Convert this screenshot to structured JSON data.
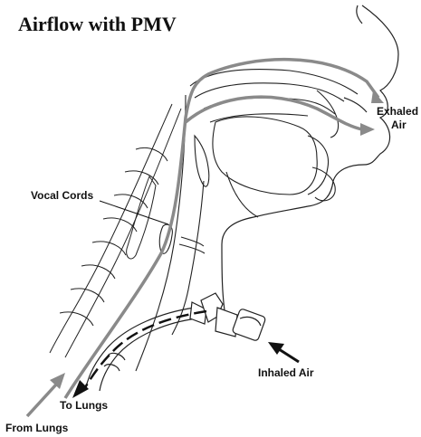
{
  "title": "Airflow with PMV",
  "labels": {
    "vocal_cords": "Vocal Cords",
    "exhaled_line1": "Exhaled",
    "exhaled_line2": "Air",
    "inhaled": "Inhaled Air",
    "to_lungs": "To Lungs",
    "from_lungs": "From Lungs"
  },
  "colors": {
    "airflow_gray": "#8a8a8a",
    "outline": "#222222",
    "arrow_black": "#111111"
  }
}
